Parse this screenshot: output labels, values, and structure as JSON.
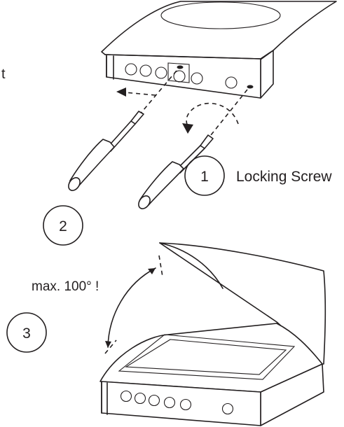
{
  "figure": {
    "cropped_text": "t",
    "steps": [
      {
        "number": "1",
        "label": "Locking Screw"
      },
      {
        "number": "2",
        "label": ""
      },
      {
        "number": "3",
        "label": ""
      }
    ],
    "angle_note": "max. 100° !"
  },
  "colors": {
    "line": "#231f20",
    "background": "#ffffff"
  },
  "icons": [
    "screwdriver-icon",
    "screwdriver-icon",
    "curved-arrow-icon",
    "dashed-arrow-icon"
  ]
}
